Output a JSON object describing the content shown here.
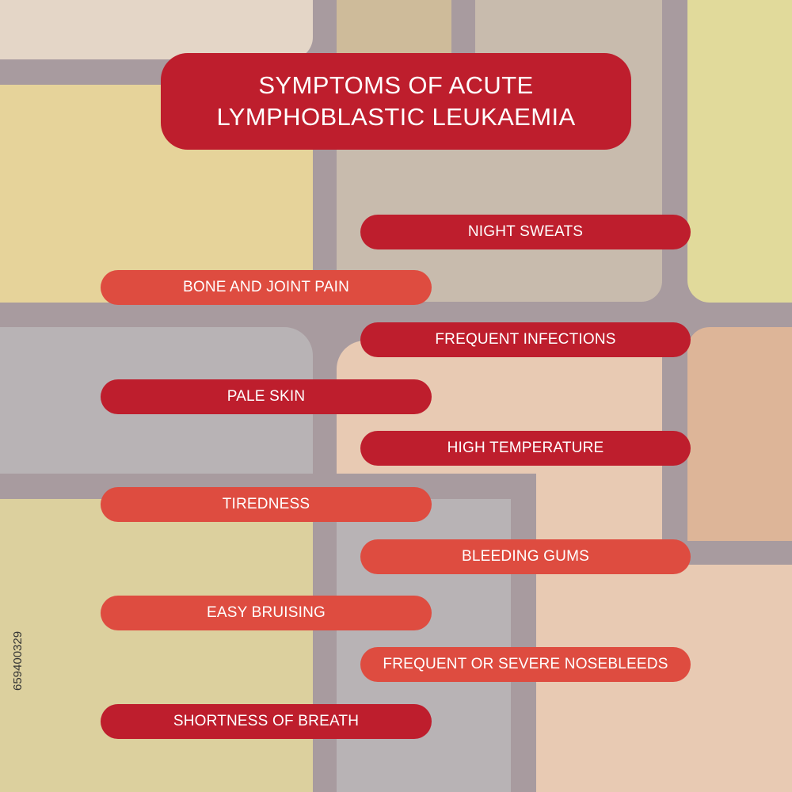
{
  "title": {
    "line1": "SYMPTOMS OF ACUTE",
    "line2": "LYMPHOBLASTIC LEUKAEMIA"
  },
  "symptoms": [
    {
      "label": "NIGHT SWEATS",
      "tone": "dark"
    },
    {
      "label": "BONE AND JOINT PAIN",
      "tone": "light"
    },
    {
      "label": "FREQUENT INFECTIONS",
      "tone": "dark"
    },
    {
      "label": "PALE SKIN",
      "tone": "dark"
    },
    {
      "label": "HIGH TEMPERATURE",
      "tone": "dark"
    },
    {
      "label": "TIREDNESS",
      "tone": "light"
    },
    {
      "label": "BLEEDING GUMS",
      "tone": "light"
    },
    {
      "label": "EASY BRUISING",
      "tone": "light"
    },
    {
      "label": "FREQUENT OR SEVERE NOSEBLEEDS",
      "tone": "light"
    },
    {
      "label": "SHORTNESS OF BREATH",
      "tone": "dark"
    }
  ],
  "stock_id": "659400329",
  "colors": {
    "pill_dark": "#be1e2d",
    "pill_light": "#de4c40",
    "grid_lines": "#a89b9f"
  }
}
